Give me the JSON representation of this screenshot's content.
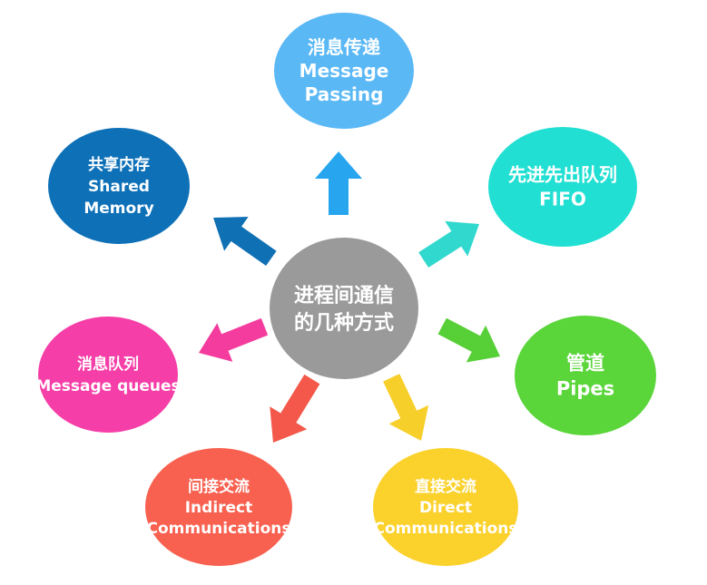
{
  "center": {
    "lines": [
      "进程间通信",
      "的几种方式"
    ],
    "color": "#9a9a9a"
  },
  "nodes": [
    {
      "id": "message-passing",
      "lines": [
        "消息传递",
        "Message",
        "Passing"
      ],
      "color": "#5ab8f5"
    },
    {
      "id": "fifo",
      "lines": [
        "先进先出队列",
        "FIFO"
      ],
      "color": "#21dfd2"
    },
    {
      "id": "pipes",
      "lines": [
        "管道",
        "Pipes"
      ],
      "color": "#5ad53a"
    },
    {
      "id": "direct-communications",
      "lines": [
        "直接交流",
        "Direct",
        "Communications"
      ],
      "color": "#fbd12c"
    },
    {
      "id": "indirect-communications",
      "lines": [
        "间接交流",
        "Indirect",
        "Communications"
      ],
      "color": "#f8604f"
    },
    {
      "id": "message-queues",
      "lines": [
        "消息队列",
        "Message queues"
      ],
      "color": "#f53ea7"
    },
    {
      "id": "shared-memory",
      "lines": [
        "共享内存",
        "Shared",
        "Memory"
      ],
      "color": "#0e71b8"
    }
  ],
  "arrow_colors": {
    "message-passing": "#27a6ef",
    "fifo": "#31d8ce",
    "pipes": "#57cf37",
    "direct-communications": "#f7cf2b",
    "indirect-communications": "#f3584a",
    "message-queues": "#f43c9e",
    "shared-memory": "#1070b4"
  }
}
